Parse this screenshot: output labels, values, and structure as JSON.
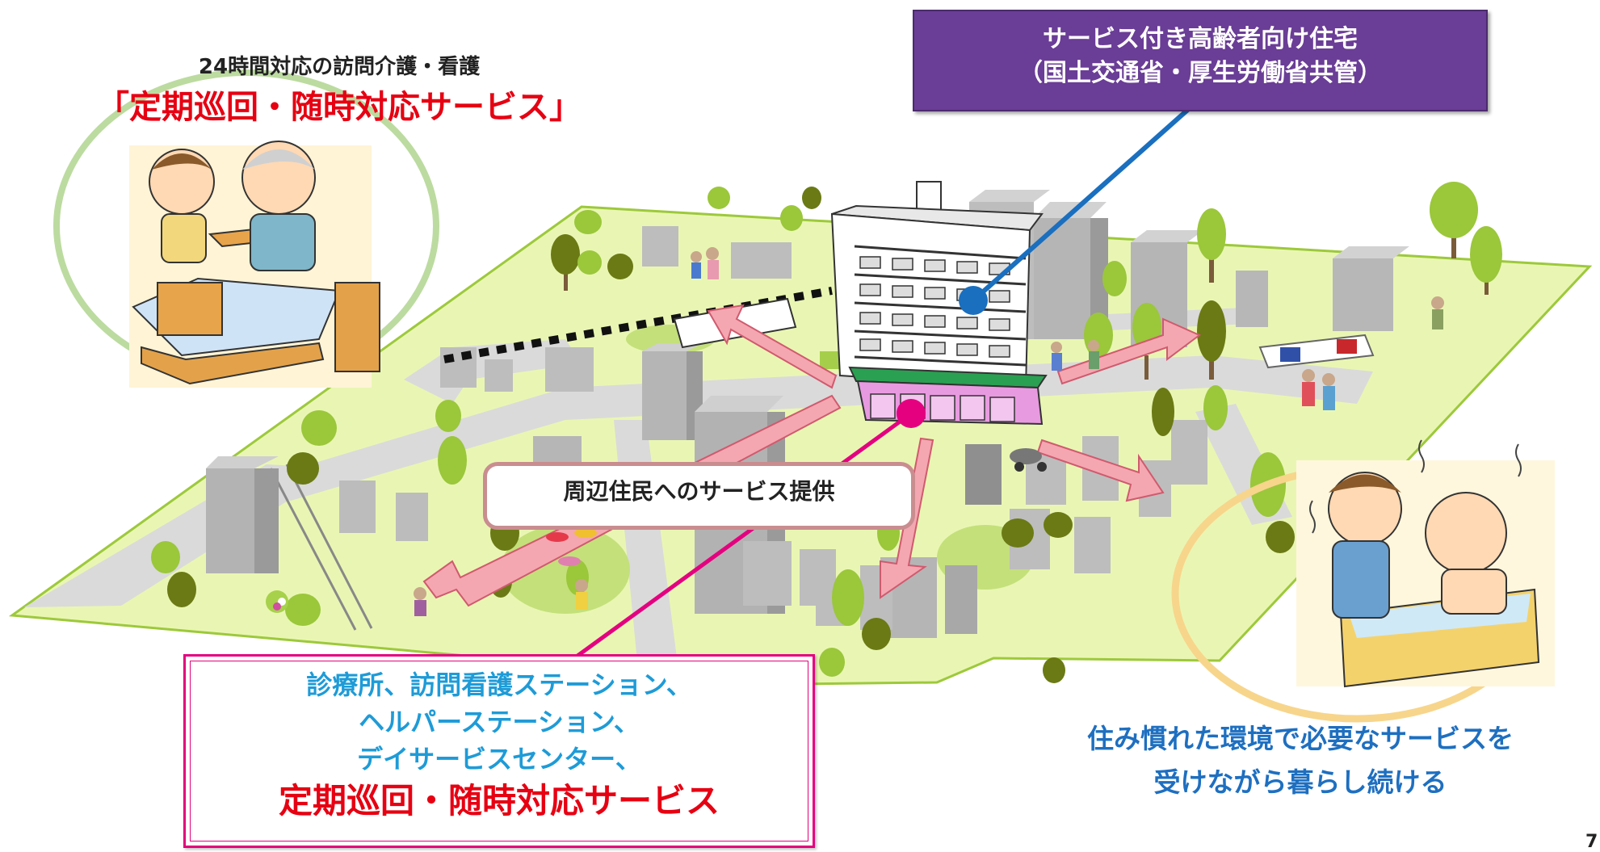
{
  "top_left": {
    "subtitle": "24時間対応の訪問介護・看護",
    "title": "「定期巡回・随時対応サービス」"
  },
  "purple_box": {
    "line1": "サービス付き高齢者向け住宅",
    "line2": "（国土交通省・厚生労働省共管）",
    "color": "#6a3d96"
  },
  "center_label": "周辺住民へのサービス提供",
  "pink_box": {
    "line1": "診療所、訪問看護ステーション、",
    "line2": "ヘルパーステーション、",
    "line3": "デイサービスセンター、",
    "line4": "定期巡回・随時対応サービス"
  },
  "bottom_right": {
    "line1": "住み慣れた環境で必要なサービスを",
    "line2": "受けながら暮らし続ける"
  },
  "page_number": "7",
  "colors": {
    "accent_red": "#e60012",
    "accent_blue": "#1e9bd7",
    "connector_blue": "#1a6fbf",
    "connector_pink": "#e4007f",
    "arrow_pink": "#f4a7b1",
    "ground_green": "#e8f5b0"
  }
}
